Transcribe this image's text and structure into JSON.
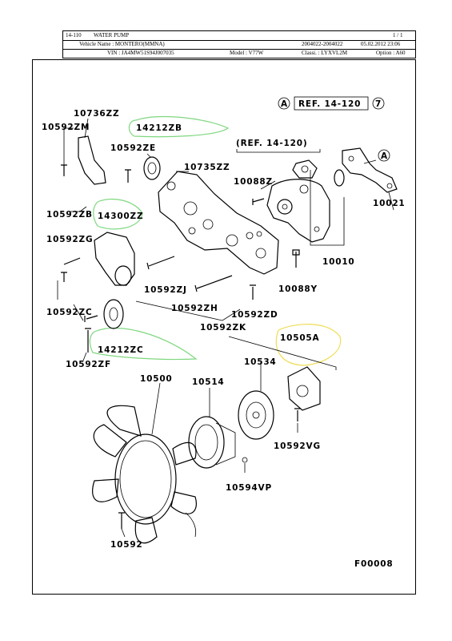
{
  "header": {
    "code": "14-110",
    "title": "WATER PUMP",
    "page": "1  /  1",
    "vehicle_name": "Vehicle Name  : MONTERO(MMNA)",
    "date_range": "2004022-2004022",
    "print_date": "05.02.2012  23:06",
    "vin": "VIN  : JA4MW51S94J007035",
    "model": "Model  : V77W",
    "classi": "Classi.  : LYXVL2M",
    "option": "Option  : A60"
  },
  "diagram": {
    "ref_box_a": "A",
    "ref_box_text": "REF. 14-120",
    "ref_box_num": "7",
    "ref_paren": "(REF. 14-120)",
    "ref_a_small": "A",
    "figure_code": "F00008",
    "part_labels": [
      "10736ZZ",
      "10592ZM",
      "14212ZB",
      "10592ZE",
      "10735ZZ",
      "10088Z",
      "10021",
      "10592ZB",
      "14300ZZ",
      "10592ZG",
      "10010",
      "10592ZJ",
      "10088Y",
      "10592ZH",
      "10592ZD",
      "10592ZC",
      "10592ZK",
      "10505A",
      "14212ZC",
      "10592ZF",
      "10534",
      "10500",
      "10514",
      "10592VG",
      "10594VP",
      "10592"
    ]
  }
}
